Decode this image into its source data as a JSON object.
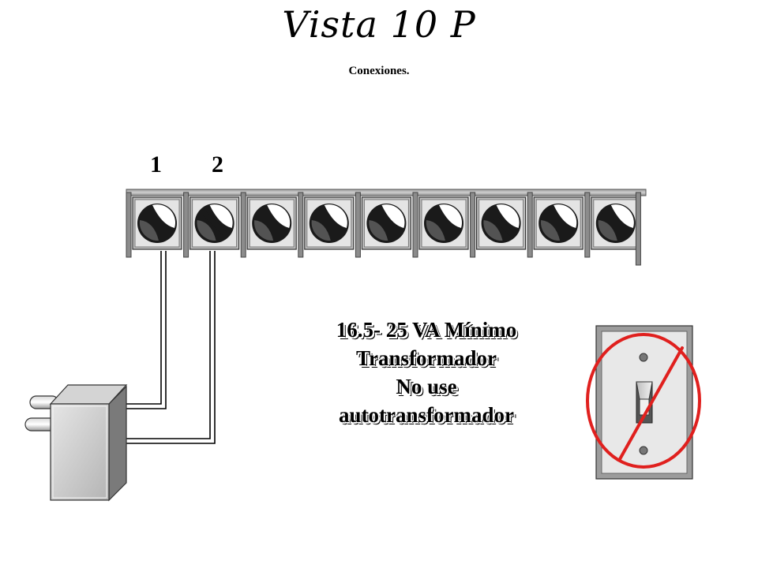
{
  "title": "Vista 10 P",
  "subtitle": "Conexiones.",
  "terminal_labels": [
    "1",
    "2"
  ],
  "terminal_count": 9,
  "note_lines": [
    "16.5- 25 VA Mínimo",
    "Transformador",
    "No use",
    "autotransformador"
  ],
  "colors": {
    "prohibition": "#e0201e",
    "transformer": "#c8c8c8",
    "switch_plate": "#e6e6e6"
  }
}
